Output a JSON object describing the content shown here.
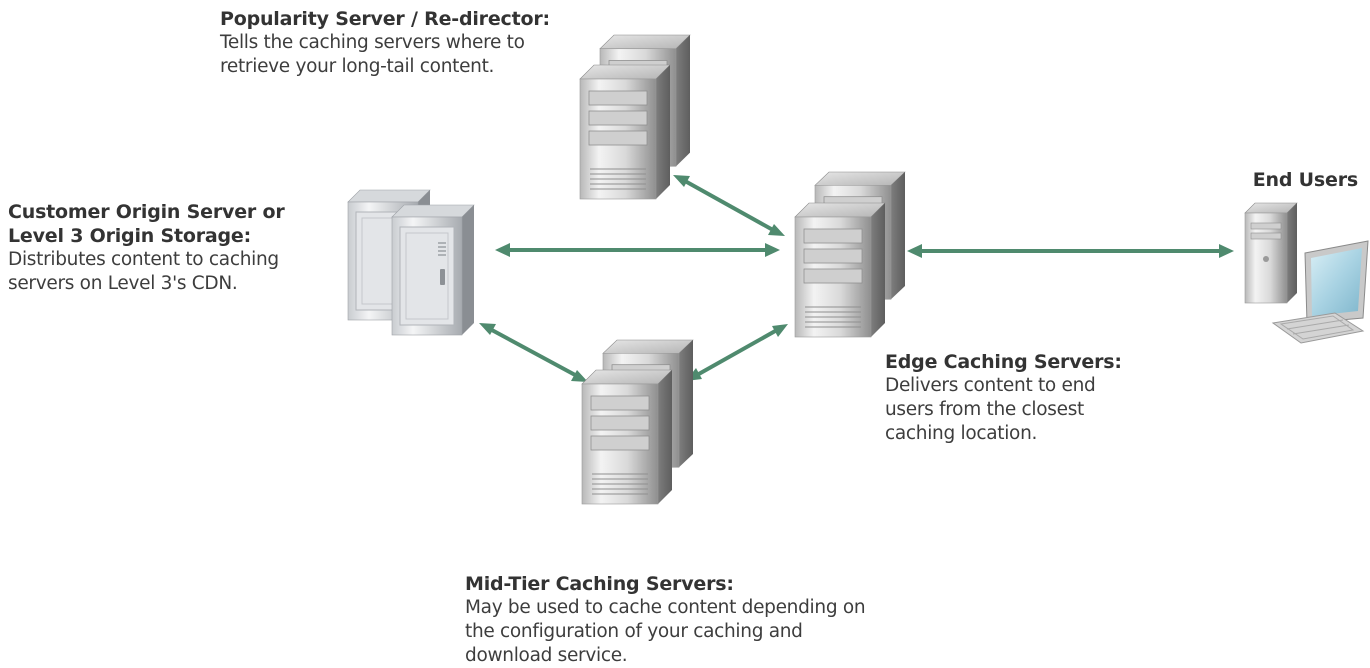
{
  "nodes": {
    "popularity": {
      "title": "Popularity Server / Re-director:",
      "description": "Tells the caching servers where to\nretrieve your long-tail content."
    },
    "origin": {
      "title": "Customer Origin Server or\nLevel 3 Origin Storage:",
      "description": "Distributes content to caching\nservers on Level 3's CDN."
    },
    "edge": {
      "title": "Edge Caching Servers:",
      "description": "Delivers content to end\nusers from the closest\ncaching location."
    },
    "midtier": {
      "title": "Mid-Tier Caching Servers:",
      "description": "May be used to cache content depending on\nthe configuration of your caching and\ndownload service."
    },
    "endusers": {
      "title": "End Users"
    }
  },
  "colors": {
    "arrow": "#4f8a6e"
  },
  "icons": {
    "popularity": "server-stack-icon",
    "origin": "storage-cabinet-icon",
    "edge": "server-stack-icon",
    "midtier": "server-stack-icon",
    "endusers": "desktop-computer-icon"
  },
  "connections": [
    [
      "popularity",
      "edge"
    ],
    [
      "origin",
      "edge"
    ],
    [
      "origin",
      "midtier"
    ],
    [
      "midtier",
      "edge"
    ],
    [
      "edge",
      "endusers"
    ]
  ]
}
